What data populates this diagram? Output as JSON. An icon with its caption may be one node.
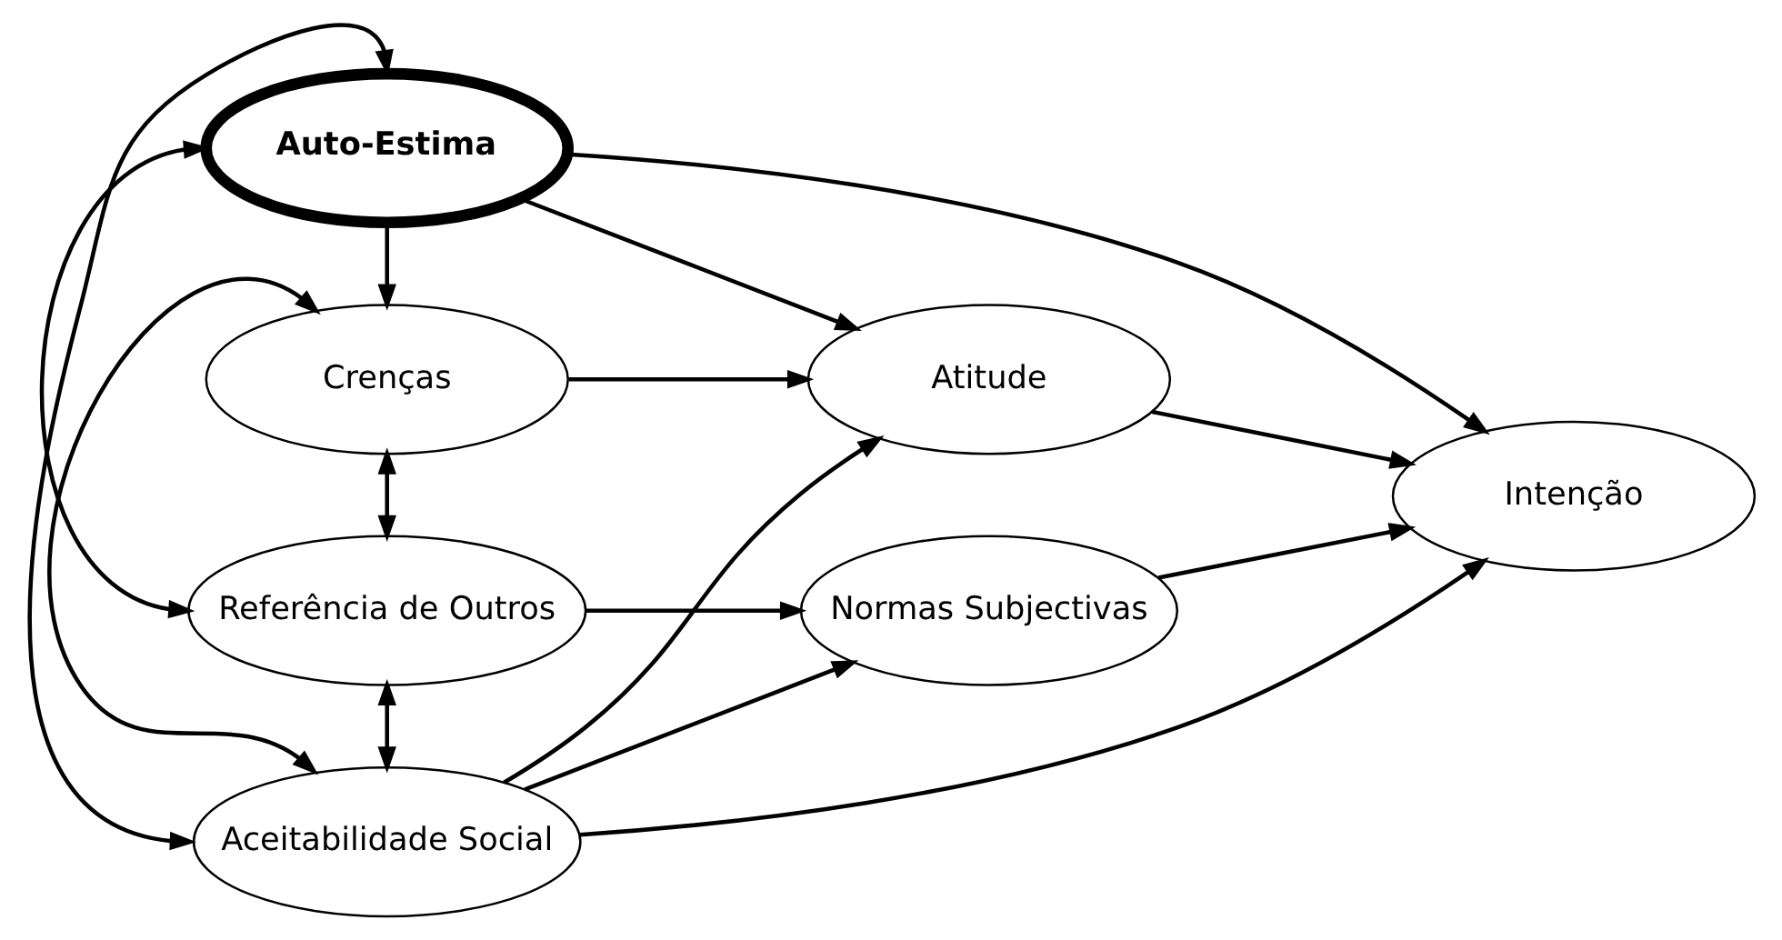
{
  "diagram": {
    "nodes": [
      {
        "text": [
          "Auto-Estima"
        ]
      },
      {
        "text": [
          "Crenças"
        ]
      },
      {
        "text": [
          "Referência de Outros"
        ]
      },
      {
        "text": [
          "Aceitabilidade Social"
        ]
      },
      {
        "text": [
          "Atitude"
        ]
      },
      {
        "text": [
          "Normas Subjectivas"
        ]
      },
      {
        "text": [
          "Intenção"
        ]
      }
    ],
    "edges": [
      {
        "from": 0,
        "to": 1,
        "arrow": "to"
      },
      {
        "from": 0,
        "to": 4,
        "arrow": "to"
      },
      {
        "from": 0,
        "to": 6,
        "arrow": "to"
      },
      {
        "from": 0,
        "to": 3,
        "arrow": "both"
      },
      {
        "from": 0,
        "to": 2,
        "arrow": "both"
      },
      {
        "from": 1,
        "to": 3,
        "arrow": "both"
      },
      {
        "from": 1,
        "to": 4,
        "arrow": "to"
      },
      {
        "from": 1,
        "to": 2,
        "arrow": "both"
      },
      {
        "from": 2,
        "to": 3,
        "arrow": "both"
      },
      {
        "from": 2,
        "to": 5,
        "arrow": "to"
      },
      {
        "from": 3,
        "to": 4,
        "arrow": "to"
      },
      {
        "from": 3,
        "to": 5,
        "arrow": "to"
      },
      {
        "from": 3,
        "to": 6,
        "arrow": "to"
      },
      {
        "from": 4,
        "to": 6,
        "arrow": "to"
      },
      {
        "from": 5,
        "to": 6,
        "arrow": "to"
      }
    ]
  }
}
